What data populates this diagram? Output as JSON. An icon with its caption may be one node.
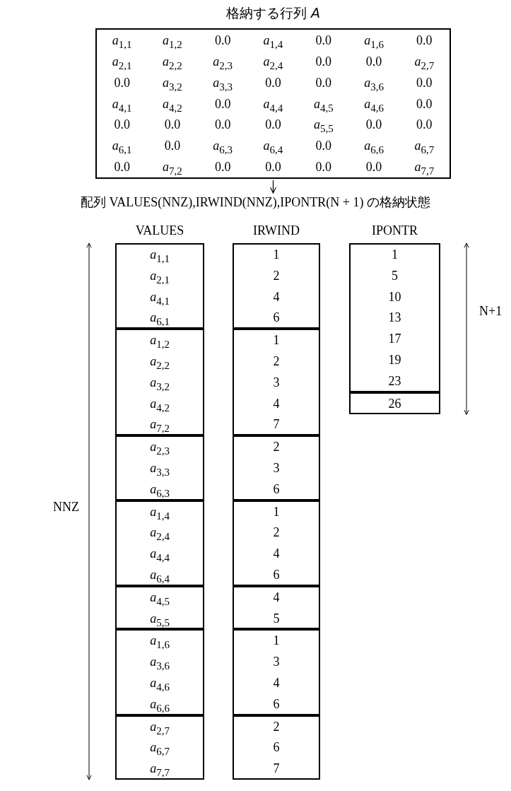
{
  "diagram": {
    "nodes": [
      {
        "text": [
          "格納する行列 *A*"
        ]
      },
      {
        "text": [
          "配列 VALUES(NNZ),IRWIND(NNZ),IPONTR(N + 1) の格納状態"
        ]
      },
      {
        "text": [
          "VALUES"
        ]
      },
      {
        "text": [
          "*a*$_{1,1}$",
          "*a*$_{2,1}$",
          "*a*$_{4,1}$",
          "*a*$_{6,1}$"
        ],
        "in": 2
      },
      {
        "text": [
          "*a*$_{1,2}$",
          "*a*$_{2,2}$",
          "*a*$_{3,2}$",
          "*a*$_{4,2}$",
          "*a*$_{7,2}$"
        ],
        "in": 2
      },
      {
        "text": [
          "*a*$_{2,3}$",
          "*a*$_{3,3}$",
          "*a*$_{6,3}$"
        ],
        "in": 2
      },
      {
        "text": [
          "*a*$_{1,4}$",
          "*a*$_{2,4}$",
          "*a*$_{4,4}$",
          "*a*$_{6,4}$"
        ],
        "in": 2
      },
      {
        "text": [
          "*a*$_{4,5}$",
          "*a*$_{5,5}$"
        ],
        "in": 2
      },
      {
        "text": [
          "*a*$_{1,6}$",
          "*a*$_{3,6}$",
          "*a*$_{4,6}$",
          "*a*$_{6,6}$"
        ],
        "in": 2
      },
      {
        "text": [
          "*a*$_{2,7}$",
          "*a*$_{6,7}$",
          "*a*$_{7,7}$"
        ],
        "in": 2
      },
      {
        "text": [
          "IRWIND"
        ]
      },
      {
        "text": [
          "1",
          "2",
          "4",
          "6"
        ],
        "in": 10
      },
      {
        "text": [
          "1",
          "2",
          "3",
          "4",
          "7"
        ],
        "in": 10
      },
      {
        "text": [
          "2",
          "3",
          "6"
        ],
        "in": 10
      },
      {
        "text": [
          "1",
          "2",
          "4",
          "6"
        ],
        "in": 10
      },
      {
        "text": [
          "4",
          "5"
        ],
        "in": 10
      },
      {
        "text": [
          "1",
          "3",
          "4",
          "6"
        ],
        "in": 10
      },
      {
        "text": [
          "2",
          "6",
          "7"
        ],
        "in": 10
      },
      {
        "text": [
          "IPONTR"
        ]
      },
      {
        "text": [
          "1",
          "5",
          "10",
          "13",
          "17",
          "19",
          "23"
        ],
        "in": 18
      },
      {
        "text": [
          "26"
        ],
        "in": 18
      }
    ],
    "edges": [
      {
        "from": 0,
        "to": 1,
        "arrow": "to"
      }
    ],
    "labels": [
      "*a*$_{1,1}$",
      "*a*$_{1,2}$",
      "0.0",
      "*a*$_{1,4}$",
      "0.0",
      "*a*$_{1,6}$",
      "0.0",
      "*a*$_{2,1}$",
      "*a*$_{2,2}$",
      "*a*$_{2,3}$",
      "*a*$_{2,4}$",
      "0.0",
      "0.0",
      "*a*$_{2,7}$",
      "0.0",
      "*a*$_{3,2}$",
      "*a*$_{3,3}$",
      "0.0",
      "0.0",
      "*a*$_{3,6}$",
      "0.0",
      "*a*$_{4,1}$",
      "*a*$_{4,2}$",
      "0.0",
      "*a*$_{4,4}$",
      "*a*$_{4,5}$",
      "*a*$_{4,6}$",
      "0.0",
      "0.0",
      "0.0",
      "0.0",
      "0.0",
      "*a*$_{5,5}$",
      "0.0",
      "0.0",
      "*a*$_{6,1}$",
      "0.0",
      "*a*$_{6,3}$",
      "*a*$_{6,4}$",
      "0.0",
      "*a*$_{6,6}$",
      "*a*$_{6,7}$",
      "0.0",
      "*a*$_{7,2}$",
      "0.0",
      "0.0",
      "0.0",
      "0.0",
      "*a*$_{7,7}$",
      "N+1",
      "NNZ"
    ]
  }
}
